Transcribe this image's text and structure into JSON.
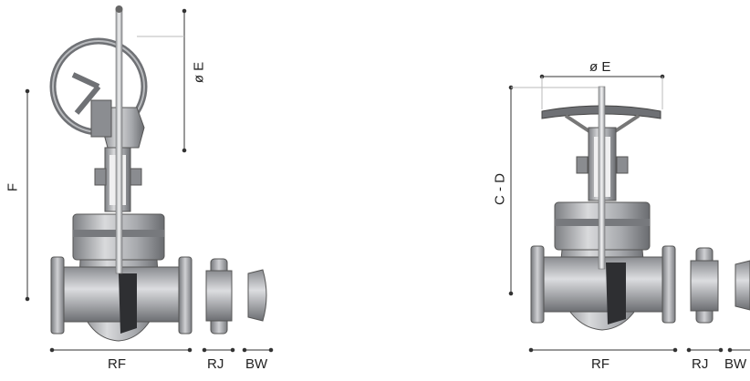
{
  "left_drawing": {
    "dim_E": "ø E",
    "dim_F": "F",
    "end_RF": "RF",
    "end_RJ": "RJ",
    "end_BW": "BW"
  },
  "right_drawing": {
    "dim_E": "ø E",
    "dim_CD": "C - D",
    "end_RF": "RF",
    "end_RJ": "RJ",
    "end_BW": "BW"
  },
  "colors": {
    "metal_light": "#c9cacc",
    "metal_mid": "#9a9ca0",
    "metal_dark": "#5a5c60",
    "dimension_line": "#333333"
  }
}
